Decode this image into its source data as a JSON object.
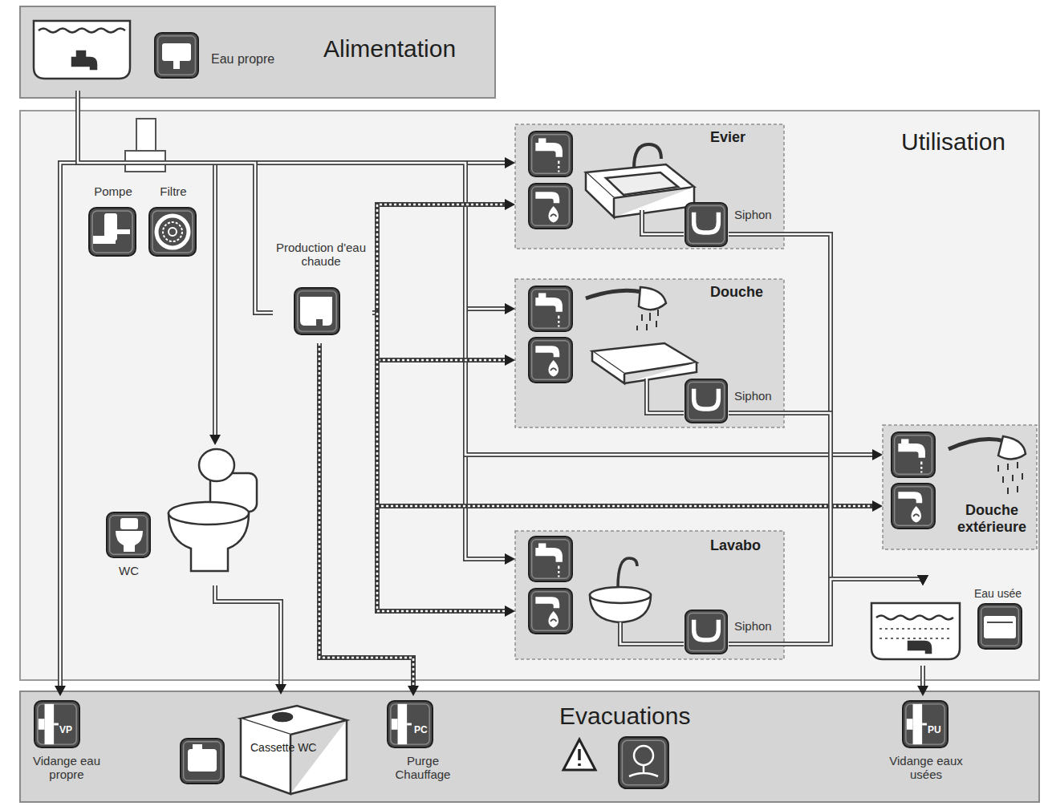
{
  "diagram": {
    "nodes": [
      {
        "text": [
          "Alimentation"
        ]
      },
      {
        "text": [
          "Eau propre"
        ],
        "in": 0
      },
      {
        "text": [
          "Utilisation"
        ]
      },
      {
        "text": [
          "Pompe"
        ],
        "in": 2
      },
      {
        "text": [
          "Filtre"
        ],
        "in": 2
      },
      {
        "text": [
          "Production d'eau chaude"
        ],
        "in": 2
      },
      {
        "text": [
          "WC"
        ],
        "in": 2
      },
      {
        "text": [
          "Evier",
          "Siphon"
        ],
        "in": 2
      },
      {
        "text": [
          "Douche",
          "Siphon"
        ],
        "in": 2
      },
      {
        "text": [
          "Lavabo",
          "Siphon"
        ],
        "in": 2
      },
      {
        "text": [
          "Douche extérieure"
        ],
        "in": 2
      },
      {
        "text": [
          "Eau usée"
        ],
        "in": 2
      },
      {
        "text": [
          "Evacuations"
        ]
      },
      {
        "text": [
          "VP",
          "Vidange eau propre"
        ],
        "in": 12
      },
      {
        "text": [
          "Cassette WC"
        ],
        "in": 12
      },
      {
        "text": [
          "PC",
          "Purge Chauffage"
        ],
        "in": 12
      },
      {
        "text": [
          "PU",
          "Vidange eaux usées"
        ],
        "in": 12
      }
    ],
    "edges": [
      {
        "from": 1,
        "to": 13,
        "arrow": "to"
      },
      {
        "from": 1,
        "to": 7,
        "arrow": "to"
      },
      {
        "from": 1,
        "to": 8,
        "arrow": "to"
      },
      {
        "from": 1,
        "to": 9,
        "arrow": "to"
      },
      {
        "from": 1,
        "to": 10,
        "arrow": "to"
      },
      {
        "from": 1,
        "to": 6,
        "arrow": "to"
      },
      {
        "from": 1,
        "to": 5,
        "arrow": "none"
      },
      {
        "from": 5,
        "to": 7,
        "arrow": "to"
      },
      {
        "from": 5,
        "to": 8,
        "arrow": "to"
      },
      {
        "from": 5,
        "to": 9,
        "arrow": "to"
      },
      {
        "from": 5,
        "to": 10,
        "arrow": "to"
      },
      {
        "from": 5,
        "to": 15,
        "arrow": "to"
      },
      {
        "from": 6,
        "to": 14,
        "arrow": "to"
      },
      {
        "from": 7,
        "to": 11,
        "arrow": "to"
      },
      {
        "from": 8,
        "to": 11,
        "arrow": "to"
      },
      {
        "from": 9,
        "to": 11,
        "arrow": "to"
      },
      {
        "from": 11,
        "to": 16,
        "arrow": "to"
      }
    ]
  }
}
